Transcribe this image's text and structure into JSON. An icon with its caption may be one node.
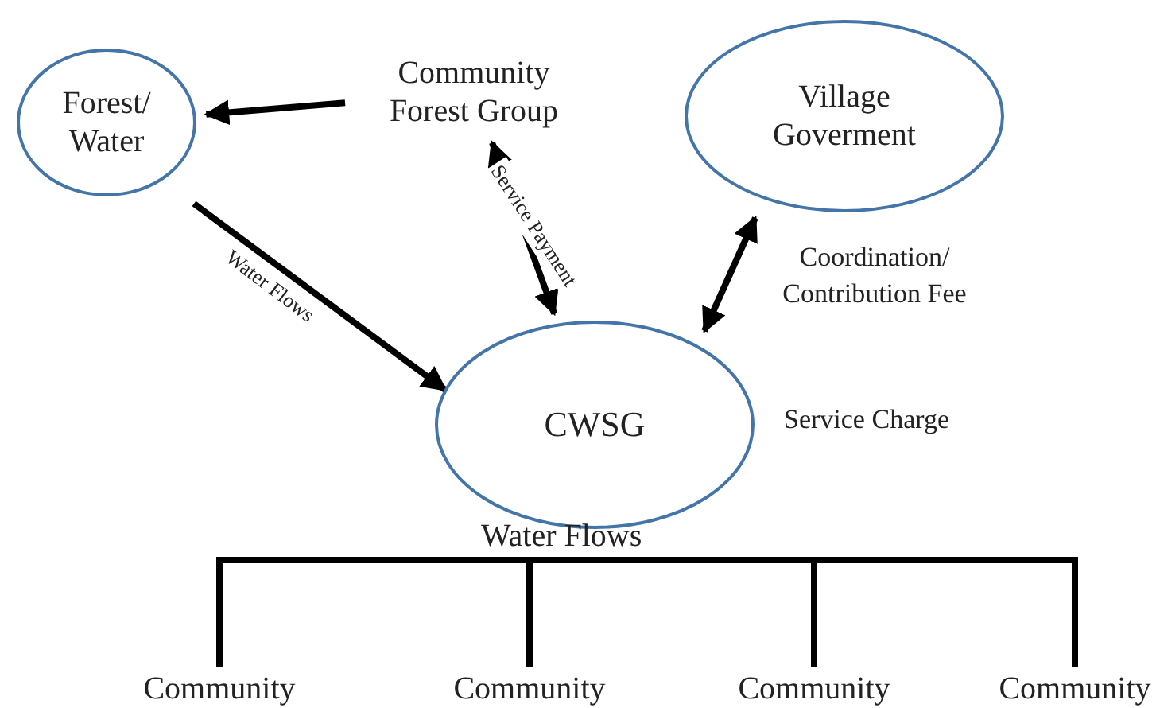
{
  "diagram": {
    "nodes": [
      {
        "text": [
          "Forest/ Water"
        ]
      },
      {
        "text": [
          "Community Forest Group"
        ]
      },
      {
        "text": [
          "Village Goverment"
        ]
      },
      {
        "text": [
          "CWSG"
        ]
      },
      {
        "text": [
          "Community"
        ]
      },
      {
        "text": [
          "Community"
        ]
      },
      {
        "text": [
          "Community"
        ]
      },
      {
        "text": [
          "Community"
        ]
      }
    ],
    "edges": [
      {
        "from": 1,
        "to": 0,
        "arrow": "to"
      },
      {
        "from": 0,
        "to": 3,
        "arrow": "to",
        "label": "Water Flows"
      },
      {
        "from": 1,
        "to": 3,
        "arrow": "both",
        "label": "Service Payment"
      },
      {
        "from": 3,
        "to": 2,
        "arrow": "both",
        "label": "Coordination/ Contribution Fee"
      },
      {
        "from": null,
        "to": 4,
        "arrow": "none"
      },
      {
        "from": null,
        "to": 5,
        "arrow": "none"
      },
      {
        "from": null,
        "to": 6,
        "arrow": "none"
      },
      {
        "from": null,
        "to": 7,
        "arrow": "none"
      }
    ],
    "labels": [
      "Service Charge",
      "Water Flows"
    ]
  }
}
